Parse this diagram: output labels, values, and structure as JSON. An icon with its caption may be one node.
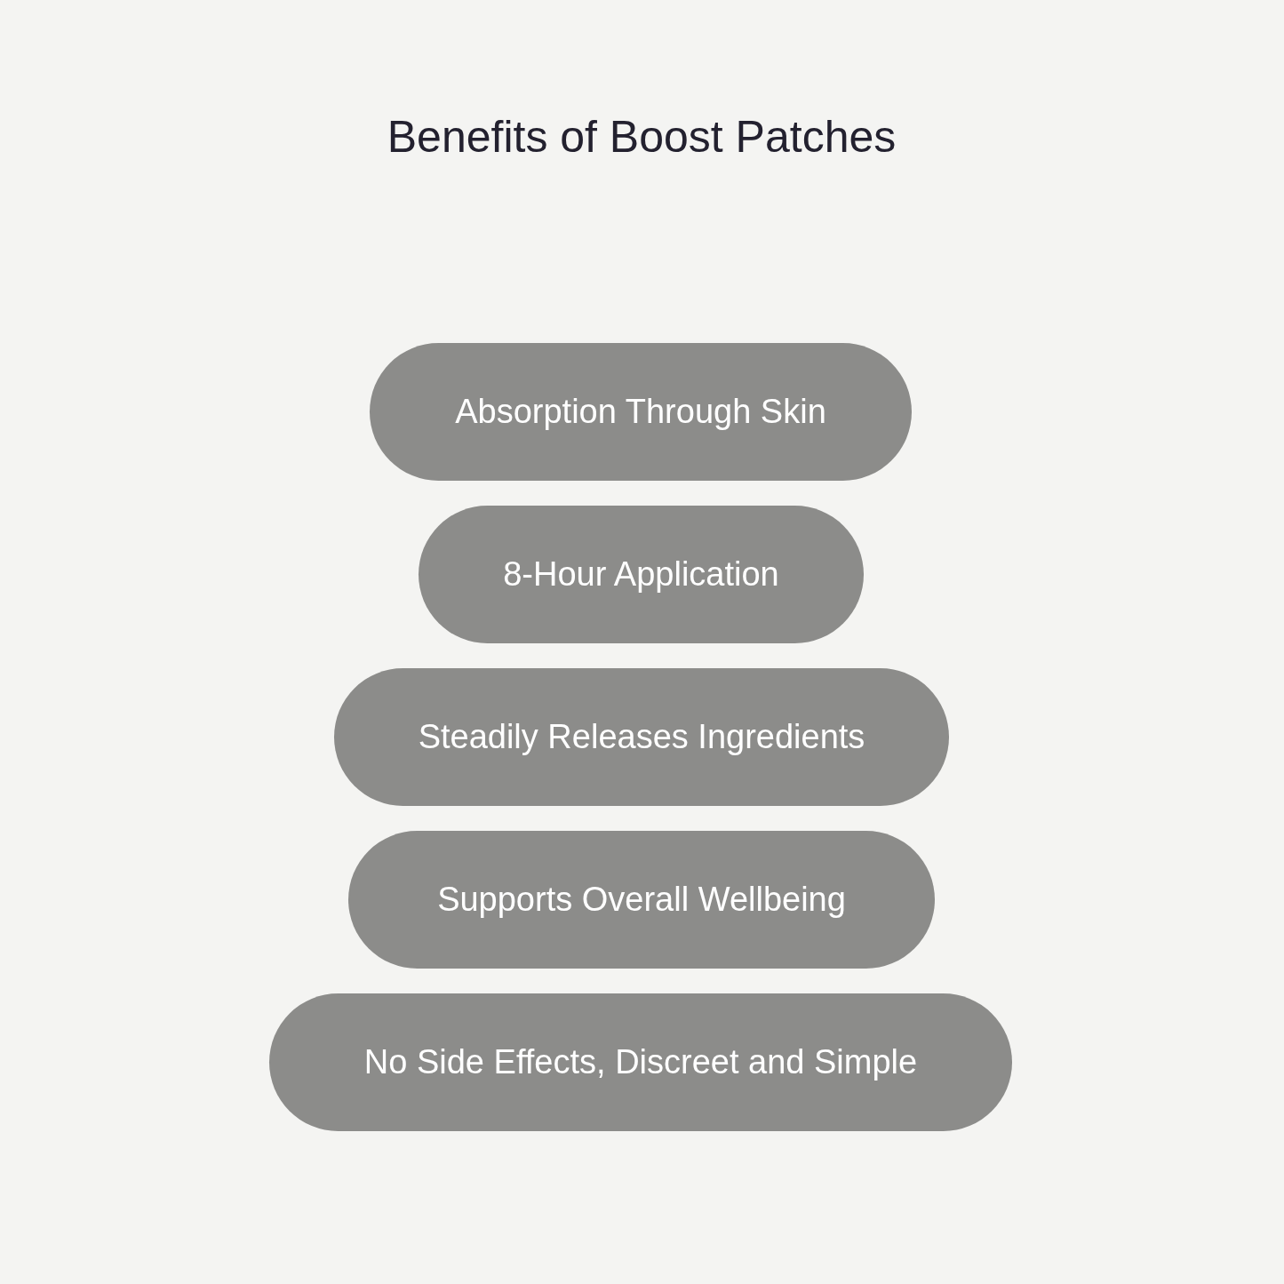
{
  "diagram": {
    "title": "Benefits of Boost Patches",
    "nodes": [
      {
        "text": [
          "Absorption Through Skin"
        ]
      },
      {
        "text": [
          "8-Hour Application"
        ]
      },
      {
        "text": [
          "Steadily Releases Ingredients"
        ]
      },
      {
        "text": [
          "Supports Overall Wellbeing"
        ]
      },
      {
        "text": [
          "No Side Effects, Discreet and Simple"
        ]
      }
    ],
    "edges": []
  }
}
